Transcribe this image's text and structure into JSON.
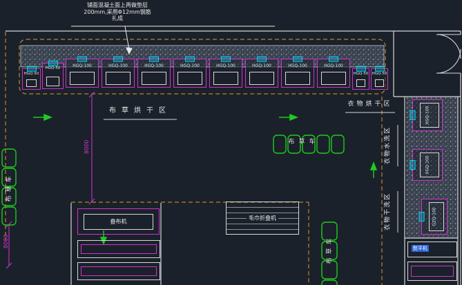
{
  "annotation": {
    "line1": "铺面混凝土面上再做垫层",
    "line2": "200mm,采用Φ12mm钢筋",
    "line3": "扎成"
  },
  "zones": {
    "linen_drying": "布草烘干区",
    "clothes_drying": "衣物烘干区",
    "washing": "衣物水洗区",
    "dry_cleaning": "衣物干洗区"
  },
  "dryers": [
    {
      "label": "HGQ-50"
    },
    {
      "label": "HGQ-50"
    },
    {
      "label": "HGQ-100"
    },
    {
      "label": "HGQ-100"
    },
    {
      "label": "HGQ-100"
    },
    {
      "label": "HGQ-100"
    },
    {
      "label": "HGQ-100"
    },
    {
      "label": "HGQ-100"
    },
    {
      "label": "HGQ-100"
    },
    {
      "label": "HGQ-100"
    },
    {
      "label": "HGQ-50"
    },
    {
      "label": "HGQ-50"
    }
  ],
  "washers": [
    {
      "label": "XGQ-100"
    },
    {
      "label": "XGQ-100"
    },
    {
      "label": "GZQ-100"
    }
  ],
  "equipment": {
    "folding_machine": "叠布机",
    "towel_folding_machine": "毛巾折叠机",
    "ironing_machine": "熨平机"
  },
  "carts": {
    "label": "布草车"
  },
  "dimensions": {
    "left_bay": "8000",
    "bottom_bay": "8000"
  },
  "colors": {
    "background": "#1b212a",
    "line": "#d8d8d8",
    "magenta": "#cf33cf",
    "cyan": "#00d5e8",
    "green": "#1ecb1e",
    "boundary_dash": "#b5862b"
  }
}
